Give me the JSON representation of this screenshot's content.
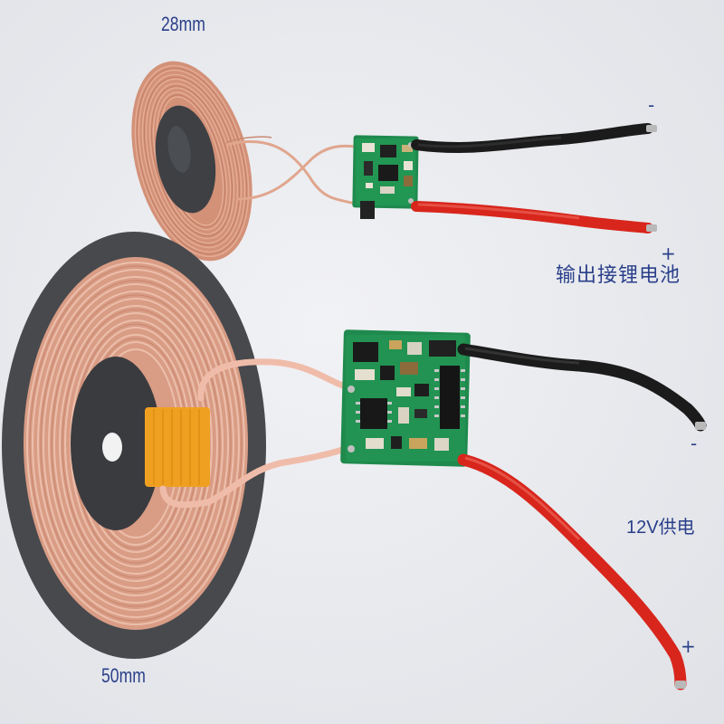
{
  "labels": {
    "small_coil": "28mm",
    "large_coil": "50mm",
    "output_note": "输出接锂电池",
    "supply_note": "12V供电",
    "minus_top": "-",
    "plus_top": "+",
    "minus_bottom": "-",
    "plus_bottom": "+"
  },
  "colors": {
    "background": "#e9eaee",
    "copper": "#d9937a",
    "ferrite": "#3b3c3f",
    "pcb": "#1f8a4d",
    "wire_black": "#1b1b1b",
    "wire_red": "#d8261c",
    "label": "#2a3f8a"
  },
  "icons": [
    "coil-receiver",
    "coil-transmitter",
    "pcb-module"
  ]
}
